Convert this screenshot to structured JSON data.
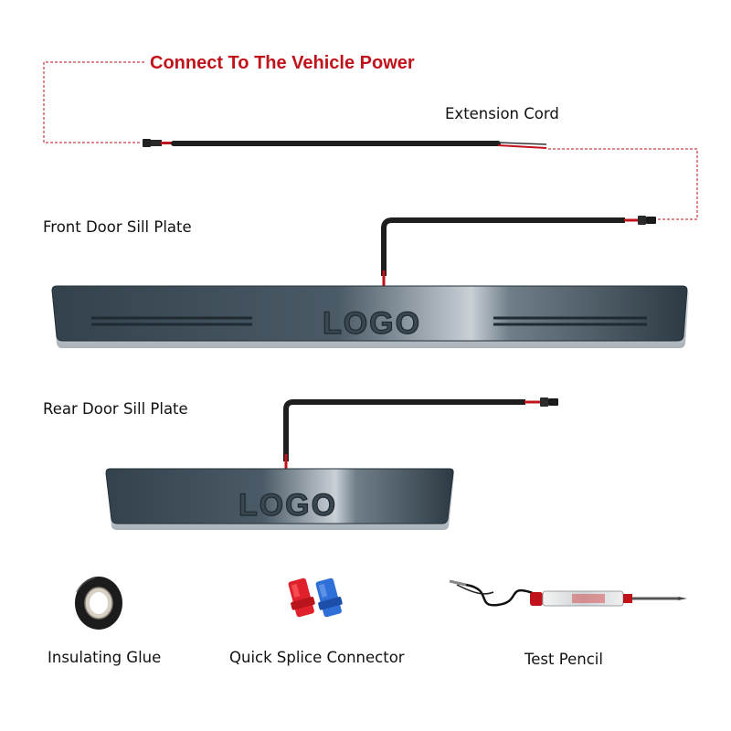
{
  "header": {
    "power_label": "Connect To The Vehicle Power"
  },
  "labels": {
    "extension_cord": "Extension Cord",
    "front_plate": "Front Door Sill Plate",
    "rear_plate": "Rear Door Sill Plate",
    "insulating_glue": "Insulating Glue",
    "quick_splice": "Quick Splice Connector",
    "test_pencil": "Test Pencil"
  },
  "plates": {
    "front_logo": "LOGO",
    "rear_logo": "LOGO"
  },
  "colors": {
    "accent_red": "#c0121a",
    "dashed_line": "#c0121a",
    "cable": "#1e1e1e",
    "plate_dark": "#2f3e49",
    "splice_red": "#e0202a",
    "splice_blue": "#2f6fd8"
  },
  "icons": [
    "connector-plug-icon",
    "tape-roll-icon",
    "splice-connector-icon",
    "test-pencil-icon"
  ]
}
